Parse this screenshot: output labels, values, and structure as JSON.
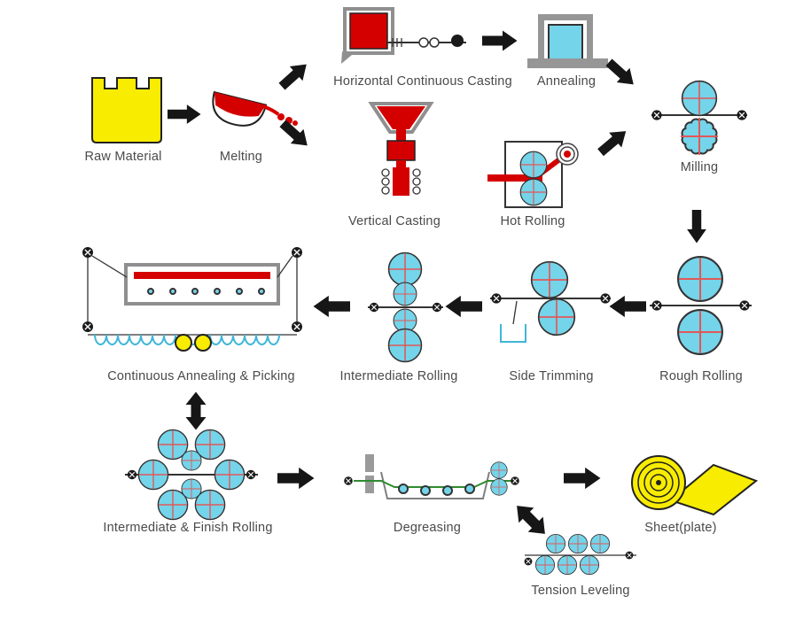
{
  "diagram": {
    "type": "process-flow",
    "nodes": [
      {
        "id": "raw-material",
        "label": "Raw Material"
      },
      {
        "id": "melting",
        "label": "Melting"
      },
      {
        "id": "horizontal-continuous-casting",
        "label": "Horizontal Continuous Casting"
      },
      {
        "id": "annealing",
        "label": "Annealing"
      },
      {
        "id": "milling",
        "label": "Milling"
      },
      {
        "id": "vertical-casting",
        "label": "Vertical Casting"
      },
      {
        "id": "hot-rolling",
        "label": "Hot Rolling"
      },
      {
        "id": "rough-rolling",
        "label": "Rough Rolling"
      },
      {
        "id": "side-trimming",
        "label": "Side Trimming"
      },
      {
        "id": "intermediate-rolling",
        "label": "Intermediate Rolling"
      },
      {
        "id": "continuous-annealing-picking",
        "label": "Continuous Annealing & Picking"
      },
      {
        "id": "intermediate-finish-rolling",
        "label": "Intermediate & Finish Rolling"
      },
      {
        "id": "degreasing",
        "label": "Degreasing"
      },
      {
        "id": "sheet-plate",
        "label": "Sheet(plate)"
      },
      {
        "id": "tension-leveling",
        "label": "Tension Leveling"
      }
    ],
    "flows": [
      {
        "from": "raw-material",
        "to": "melting",
        "type": "arrow"
      },
      {
        "from": "melting",
        "to": "horizontal-continuous-casting",
        "type": "arrow"
      },
      {
        "from": "melting",
        "to": "vertical-casting",
        "type": "arrow"
      },
      {
        "from": "horizontal-continuous-casting",
        "to": "annealing",
        "type": "arrow"
      },
      {
        "from": "annealing",
        "to": "milling",
        "type": "arrow"
      },
      {
        "from": "vertical-casting",
        "to": "hot-rolling",
        "type": "arrow"
      },
      {
        "from": "hot-rolling",
        "to": "milling",
        "type": "arrow"
      },
      {
        "from": "milling",
        "to": "rough-rolling",
        "type": "arrow"
      },
      {
        "from": "rough-rolling",
        "to": "side-trimming",
        "type": "arrow"
      },
      {
        "from": "side-trimming",
        "to": "intermediate-rolling",
        "type": "arrow"
      },
      {
        "from": "intermediate-rolling",
        "to": "continuous-annealing-picking",
        "type": "arrow"
      },
      {
        "from": "continuous-annealing-picking",
        "to": "intermediate-finish-rolling",
        "type": "double-arrow"
      },
      {
        "from": "intermediate-finish-rolling",
        "to": "degreasing",
        "type": "arrow"
      },
      {
        "from": "degreasing",
        "to": "sheet-plate",
        "type": "arrow"
      },
      {
        "from": "degreasing",
        "to": "tension-leveling",
        "type": "double-arrow"
      }
    ],
    "colors": {
      "yellow": "#f8ec00",
      "red": "#d40000",
      "roll_cyan": "#74d4ea",
      "cross_red": "#e05858",
      "frame_gray": "#8f8f8f",
      "arrow_black": "#161616",
      "label_gray": "#4a4a4a",
      "strip_green": "#2e8b2e"
    }
  }
}
